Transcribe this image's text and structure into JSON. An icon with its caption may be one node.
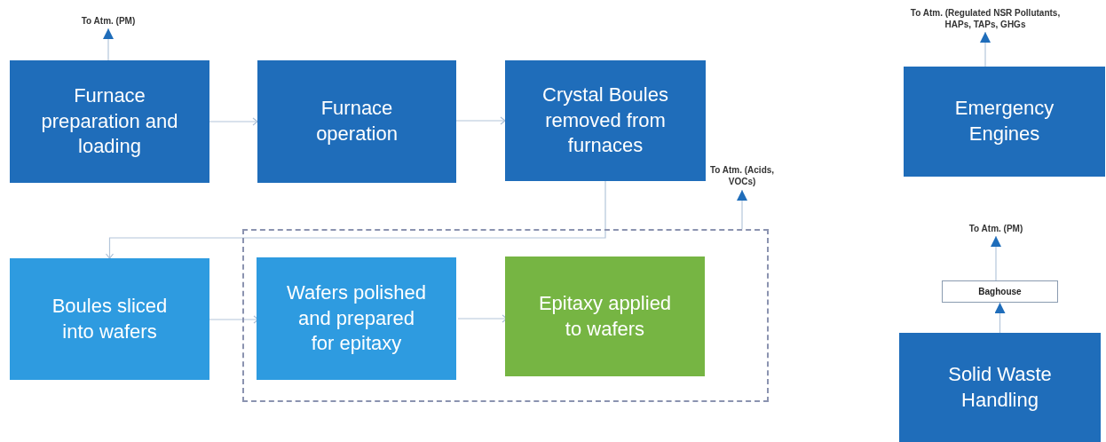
{
  "diagram": {
    "nodes": [
      {
        "text": [
          "Furnace preparation and loading"
        ]
      },
      {
        "text": [
          "Furnace operation"
        ]
      },
      {
        "text": [
          "Crystal Boules removed from furnaces"
        ]
      },
      {
        "text": [
          "Boules sliced into wafers"
        ]
      },
      {
        "text": [],
        "shape": "box"
      },
      {
        "text": [
          "Wafers polished and prepared for epitaxy"
        ],
        "in": 4
      },
      {
        "text": [
          "Epitaxy applied to wafers"
        ],
        "in": 4
      },
      {
        "text": [
          "Emergency Engines"
        ]
      },
      {
        "text": [
          "Baghouse"
        ]
      },
      {
        "text": [
          "Solid Waste Handling"
        ]
      },
      {
        "text": [
          "To Atm. (PM)"
        ]
      },
      {
        "text": [
          "To Atm. (Acids, VOCs)"
        ]
      },
      {
        "text": [
          "To Atm. (Regulated NSR Pollutants, HAPs, TAPs, GHGs"
        ]
      },
      {
        "text": [
          "To Atm. (PM)"
        ]
      }
    ],
    "edges": [
      {
        "from": 0,
        "to": 1,
        "arrow": "to"
      },
      {
        "from": 1,
        "to": 2,
        "arrow": "to"
      },
      {
        "from": 2,
        "to": 3,
        "arrow": "to"
      },
      {
        "from": 3,
        "to": 5,
        "arrow": "to"
      },
      {
        "from": 5,
        "to": 6,
        "arrow": "to"
      },
      {
        "from": 0,
        "to": 10,
        "arrow": "to"
      },
      {
        "from": 4,
        "to": 11,
        "arrow": "to"
      },
      {
        "from": 7,
        "to": 12,
        "arrow": "to"
      },
      {
        "from": 9,
        "to": 8,
        "arrow": "to"
      },
      {
        "from": 8,
        "to": 13,
        "arrow": "to"
      }
    ]
  }
}
